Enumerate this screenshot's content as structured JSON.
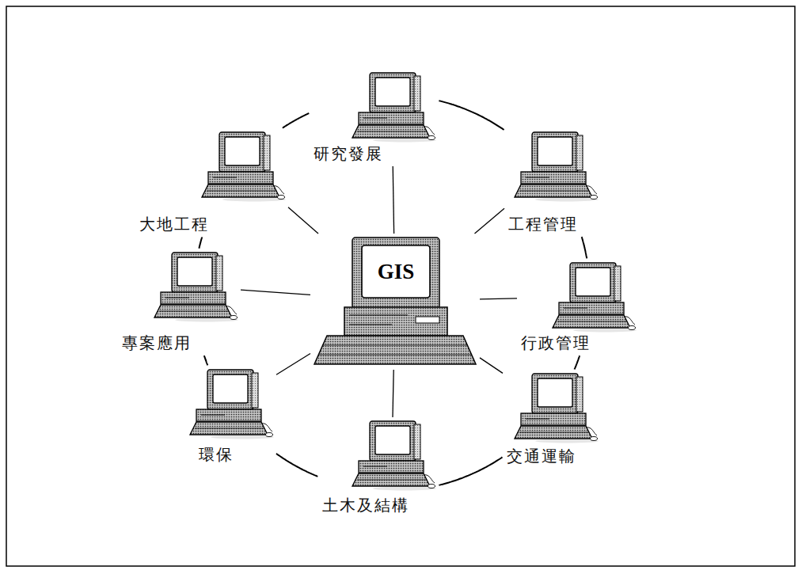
{
  "diagram": {
    "nodes": [
      {
        "text": [
          "GIS"
        ]
      },
      {
        "text": [
          "研究發展"
        ]
      },
      {
        "text": [
          "大地工程"
        ]
      },
      {
        "text": [
          "工程管理"
        ]
      },
      {
        "text": [
          "專案應用"
        ]
      },
      {
        "text": [
          "行政管理"
        ]
      },
      {
        "text": [
          "環保"
        ]
      },
      {
        "text": [
          "交通運輸"
        ]
      },
      {
        "text": [
          "土木及結構"
        ]
      }
    ],
    "edges": [
      {
        "from": 0,
        "to": 1,
        "arrow": "none"
      },
      {
        "from": 0,
        "to": 2,
        "arrow": "none"
      },
      {
        "from": 0,
        "to": 3,
        "arrow": "none"
      },
      {
        "from": 0,
        "to": 4,
        "arrow": "none"
      },
      {
        "from": 0,
        "to": 5,
        "arrow": "none"
      },
      {
        "from": 0,
        "to": 6,
        "arrow": "none"
      },
      {
        "from": 0,
        "to": 7,
        "arrow": "none"
      },
      {
        "from": 0,
        "to": 8,
        "arrow": "none"
      },
      {
        "from": 1,
        "to": 3,
        "arrow": "none"
      },
      {
        "from": 3,
        "to": 5,
        "arrow": "none"
      },
      {
        "from": 5,
        "to": 7,
        "arrow": "none"
      },
      {
        "from": 7,
        "to": 8,
        "arrow": "none"
      },
      {
        "from": 8,
        "to": 6,
        "arrow": "none"
      },
      {
        "from": 6,
        "to": 4,
        "arrow": "none"
      },
      {
        "from": 4,
        "to": 2,
        "arrow": "none"
      },
      {
        "from": 2,
        "to": 1,
        "arrow": "none"
      }
    ]
  }
}
